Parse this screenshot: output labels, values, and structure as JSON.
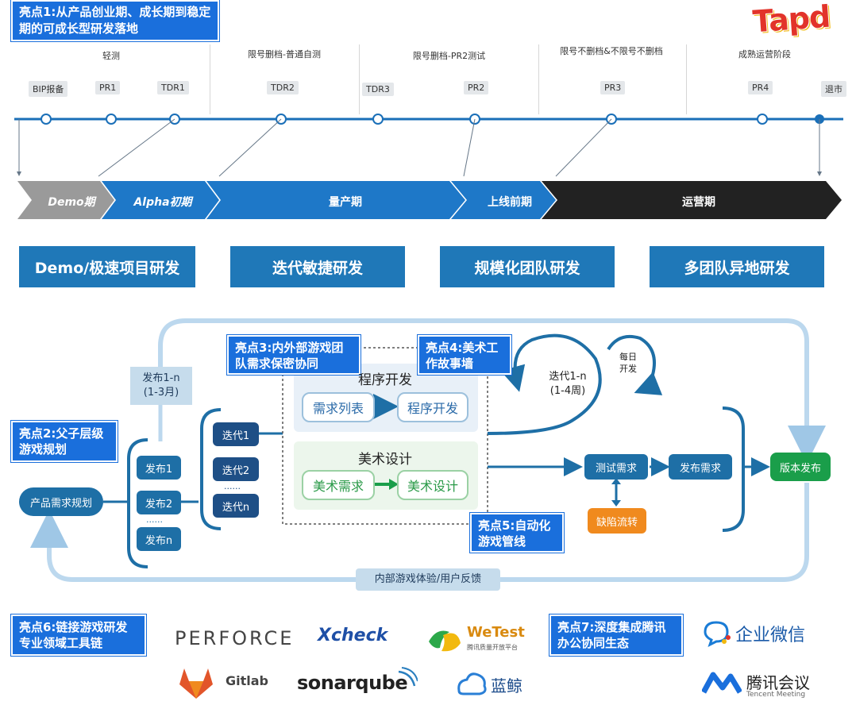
{
  "highlights": {
    "h1": "亮点1:从产品创业期、成长期到稳定期的可成长型研发落地",
    "h2": "亮点2:父子层级游戏规划",
    "h3": "亮点3:内外部游戏团队需求保密协同",
    "h4": "亮点4:美术工作故事墙",
    "h5": "亮点5:自动化游戏管线",
    "h6": "亮点6:链接游戏研发专业领域工具链",
    "h7": "亮点7:深度集成腾讯办公协同生态"
  },
  "timeline": {
    "stages": [
      "轻测",
      "限号删档-普通自测",
      "限号删档-PR2测试",
      "限号不删档&不限号不删档",
      "成熟运营阶段"
    ],
    "milestones": [
      "BIP报备",
      "PR1",
      "TDR1",
      "TDR2",
      "TDR3",
      "PR2",
      "PR3",
      "PR4",
      "退市"
    ]
  },
  "phases": [
    "Demo期",
    "Alpha初期",
    "量产期",
    "上线前期",
    "运营期"
  ],
  "teams": [
    "Demo/极速项目研发",
    "迭代敏捷研发",
    "规模化团队研发",
    "多团队异地研发"
  ],
  "flow": {
    "product_planning": "产品需求规划",
    "release_badge_line1": "发布1-n",
    "release_badge_line2": "(1-3月)",
    "releases": [
      "发布1",
      "发布2",
      "发布n"
    ],
    "dots": "......",
    "iterations": [
      "迭代1",
      "迭代2",
      "迭代n"
    ],
    "iter_dots": "......",
    "dev_title": "程序开发",
    "dev_req": "需求列表",
    "dev_work": "程序开发",
    "art_title": "美术设计",
    "art_req": "美术需求",
    "art_work": "美术设计",
    "iter_cycle_line1": "迭代1-n",
    "iter_cycle_line2": "(1-4周)",
    "daily_line1": "每日",
    "daily_line2": "开发",
    "test_req": "测试需求",
    "release_req": "发布需求",
    "defect": "缺陷流转",
    "version_release": "版本发布",
    "feedback": "内部游戏体验/用户反馈"
  },
  "logos": {
    "tapd": "Tapd",
    "perforce": "PERFORCE",
    "xcheck": "Xcheck",
    "wetest": "WeTest",
    "wetest_sub": "腾讯质量开放平台",
    "wecom": "企业微信",
    "gitlab": "Gitlab",
    "sonarqube": "sonarqube",
    "lanjing": "蓝鲸",
    "meeting": "腾讯会议",
    "meeting_sub": "Tencent Meeting"
  },
  "colors": {
    "highlight": "#1a6fdc",
    "timeline": "#1a6fb8",
    "phase_grey": "#9a9a9a",
    "phase_blue": "#1e78c8",
    "phase_dark": "#222222",
    "team": "#1f78b8",
    "green": "#1a9e4a",
    "orange": "#f08a1e"
  }
}
